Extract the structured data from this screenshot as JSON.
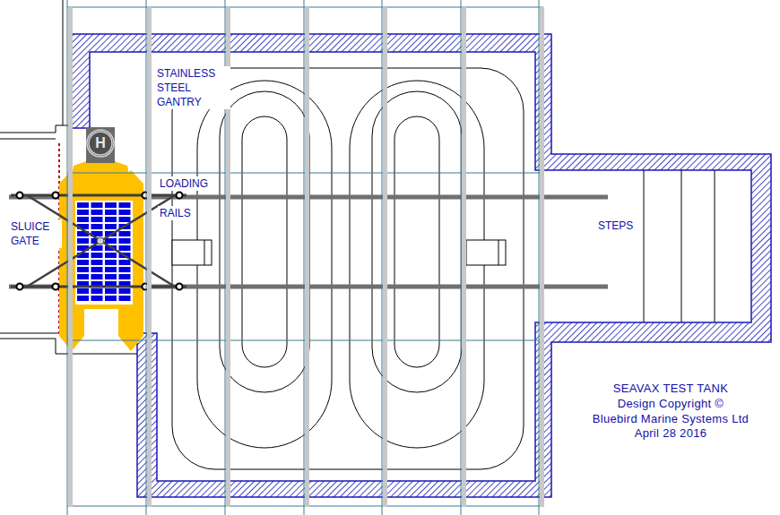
{
  "diagram": {
    "nodes": [
      {
        "text": [
          "H"
        ]
      }
    ],
    "labels": [
      "STAINLESS STEEL GANTRY",
      "LOADING",
      "RAILS",
      "SLUICE GATE",
      "STEPS",
      "SEAVAX TEST TANK",
      "Design Copyright ©",
      "Bluebird Marine Systems Ltd",
      "April 28 2016"
    ]
  }
}
